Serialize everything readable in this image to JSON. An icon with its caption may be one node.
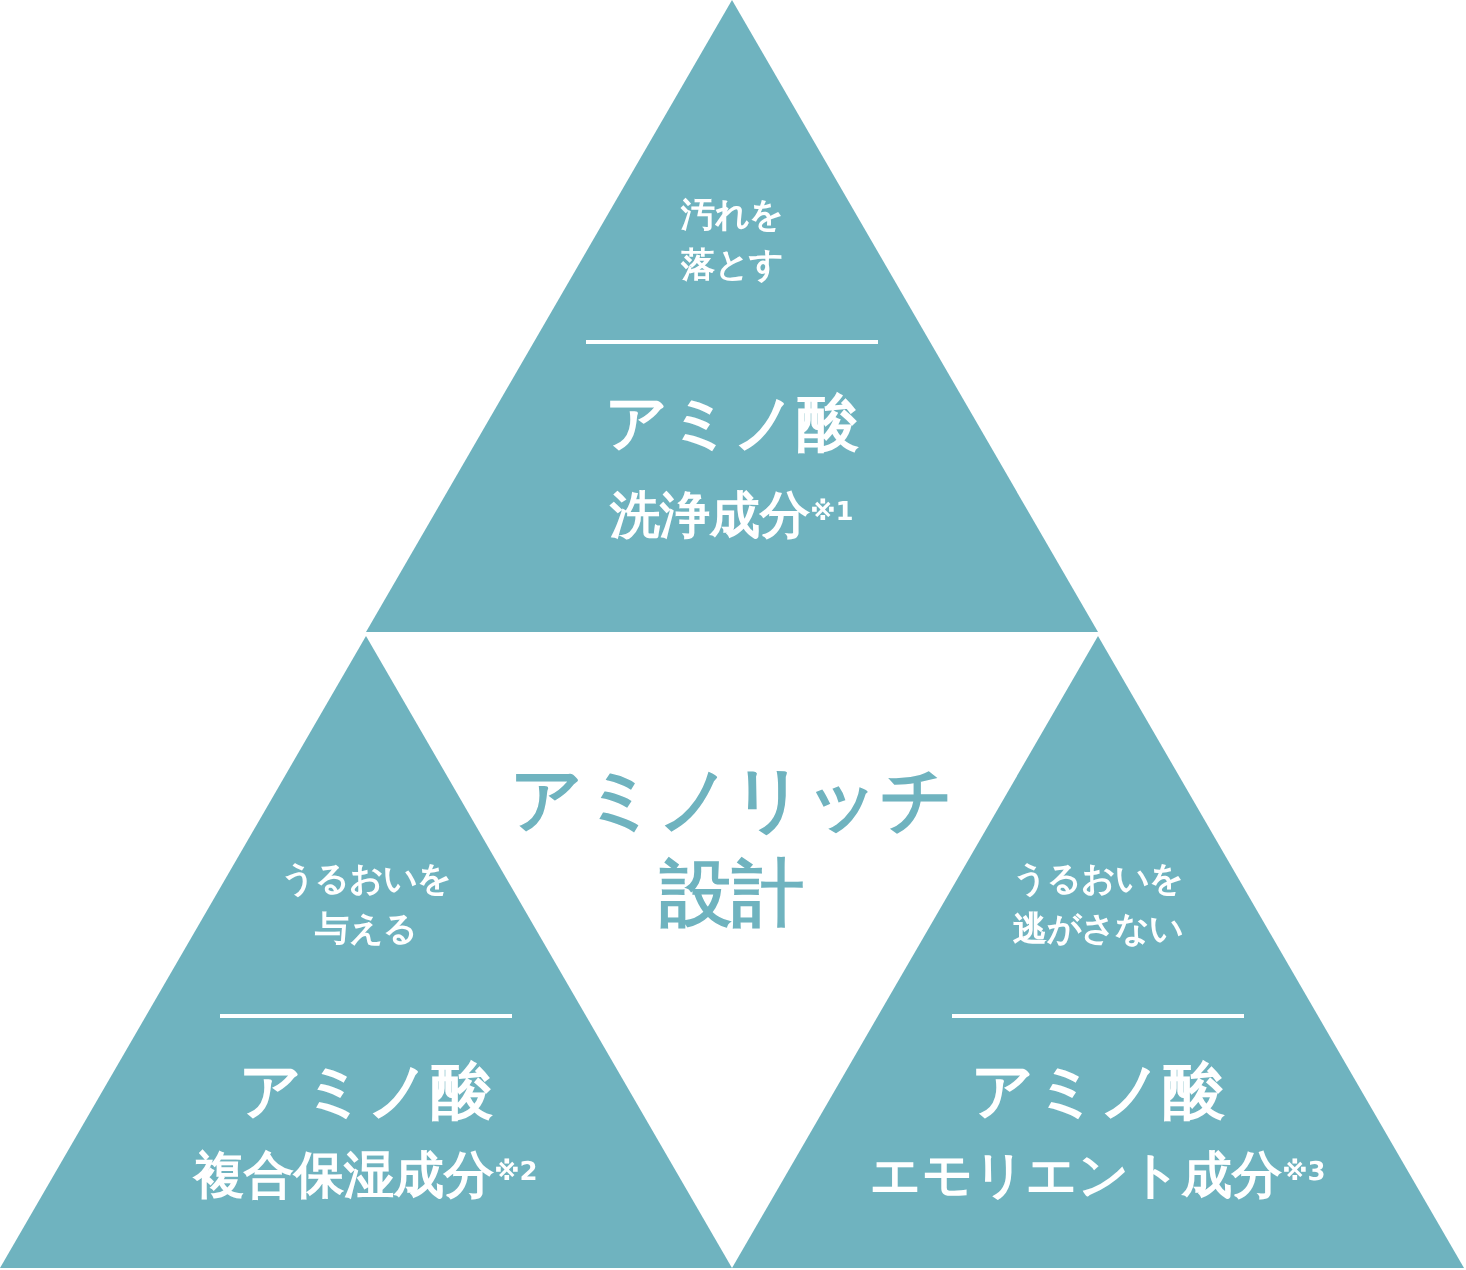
{
  "diagram": {
    "nodes": [
      {
        "text": [
          "汚れを落とす",
          "アミノ酸",
          "洗浄成分$^{※1}$"
        ]
      },
      {
        "text": [
          "うるおいを与える",
          "アミノ酸",
          "複合保湿成分$^{※2}$"
        ]
      },
      {
        "text": [
          "うるおいを逃がさない",
          "アミノ酸",
          "エモリエント成分$^{※3}$"
        ]
      }
    ],
    "labels": [
      "アミノリッチ設計"
    ]
  }
}
